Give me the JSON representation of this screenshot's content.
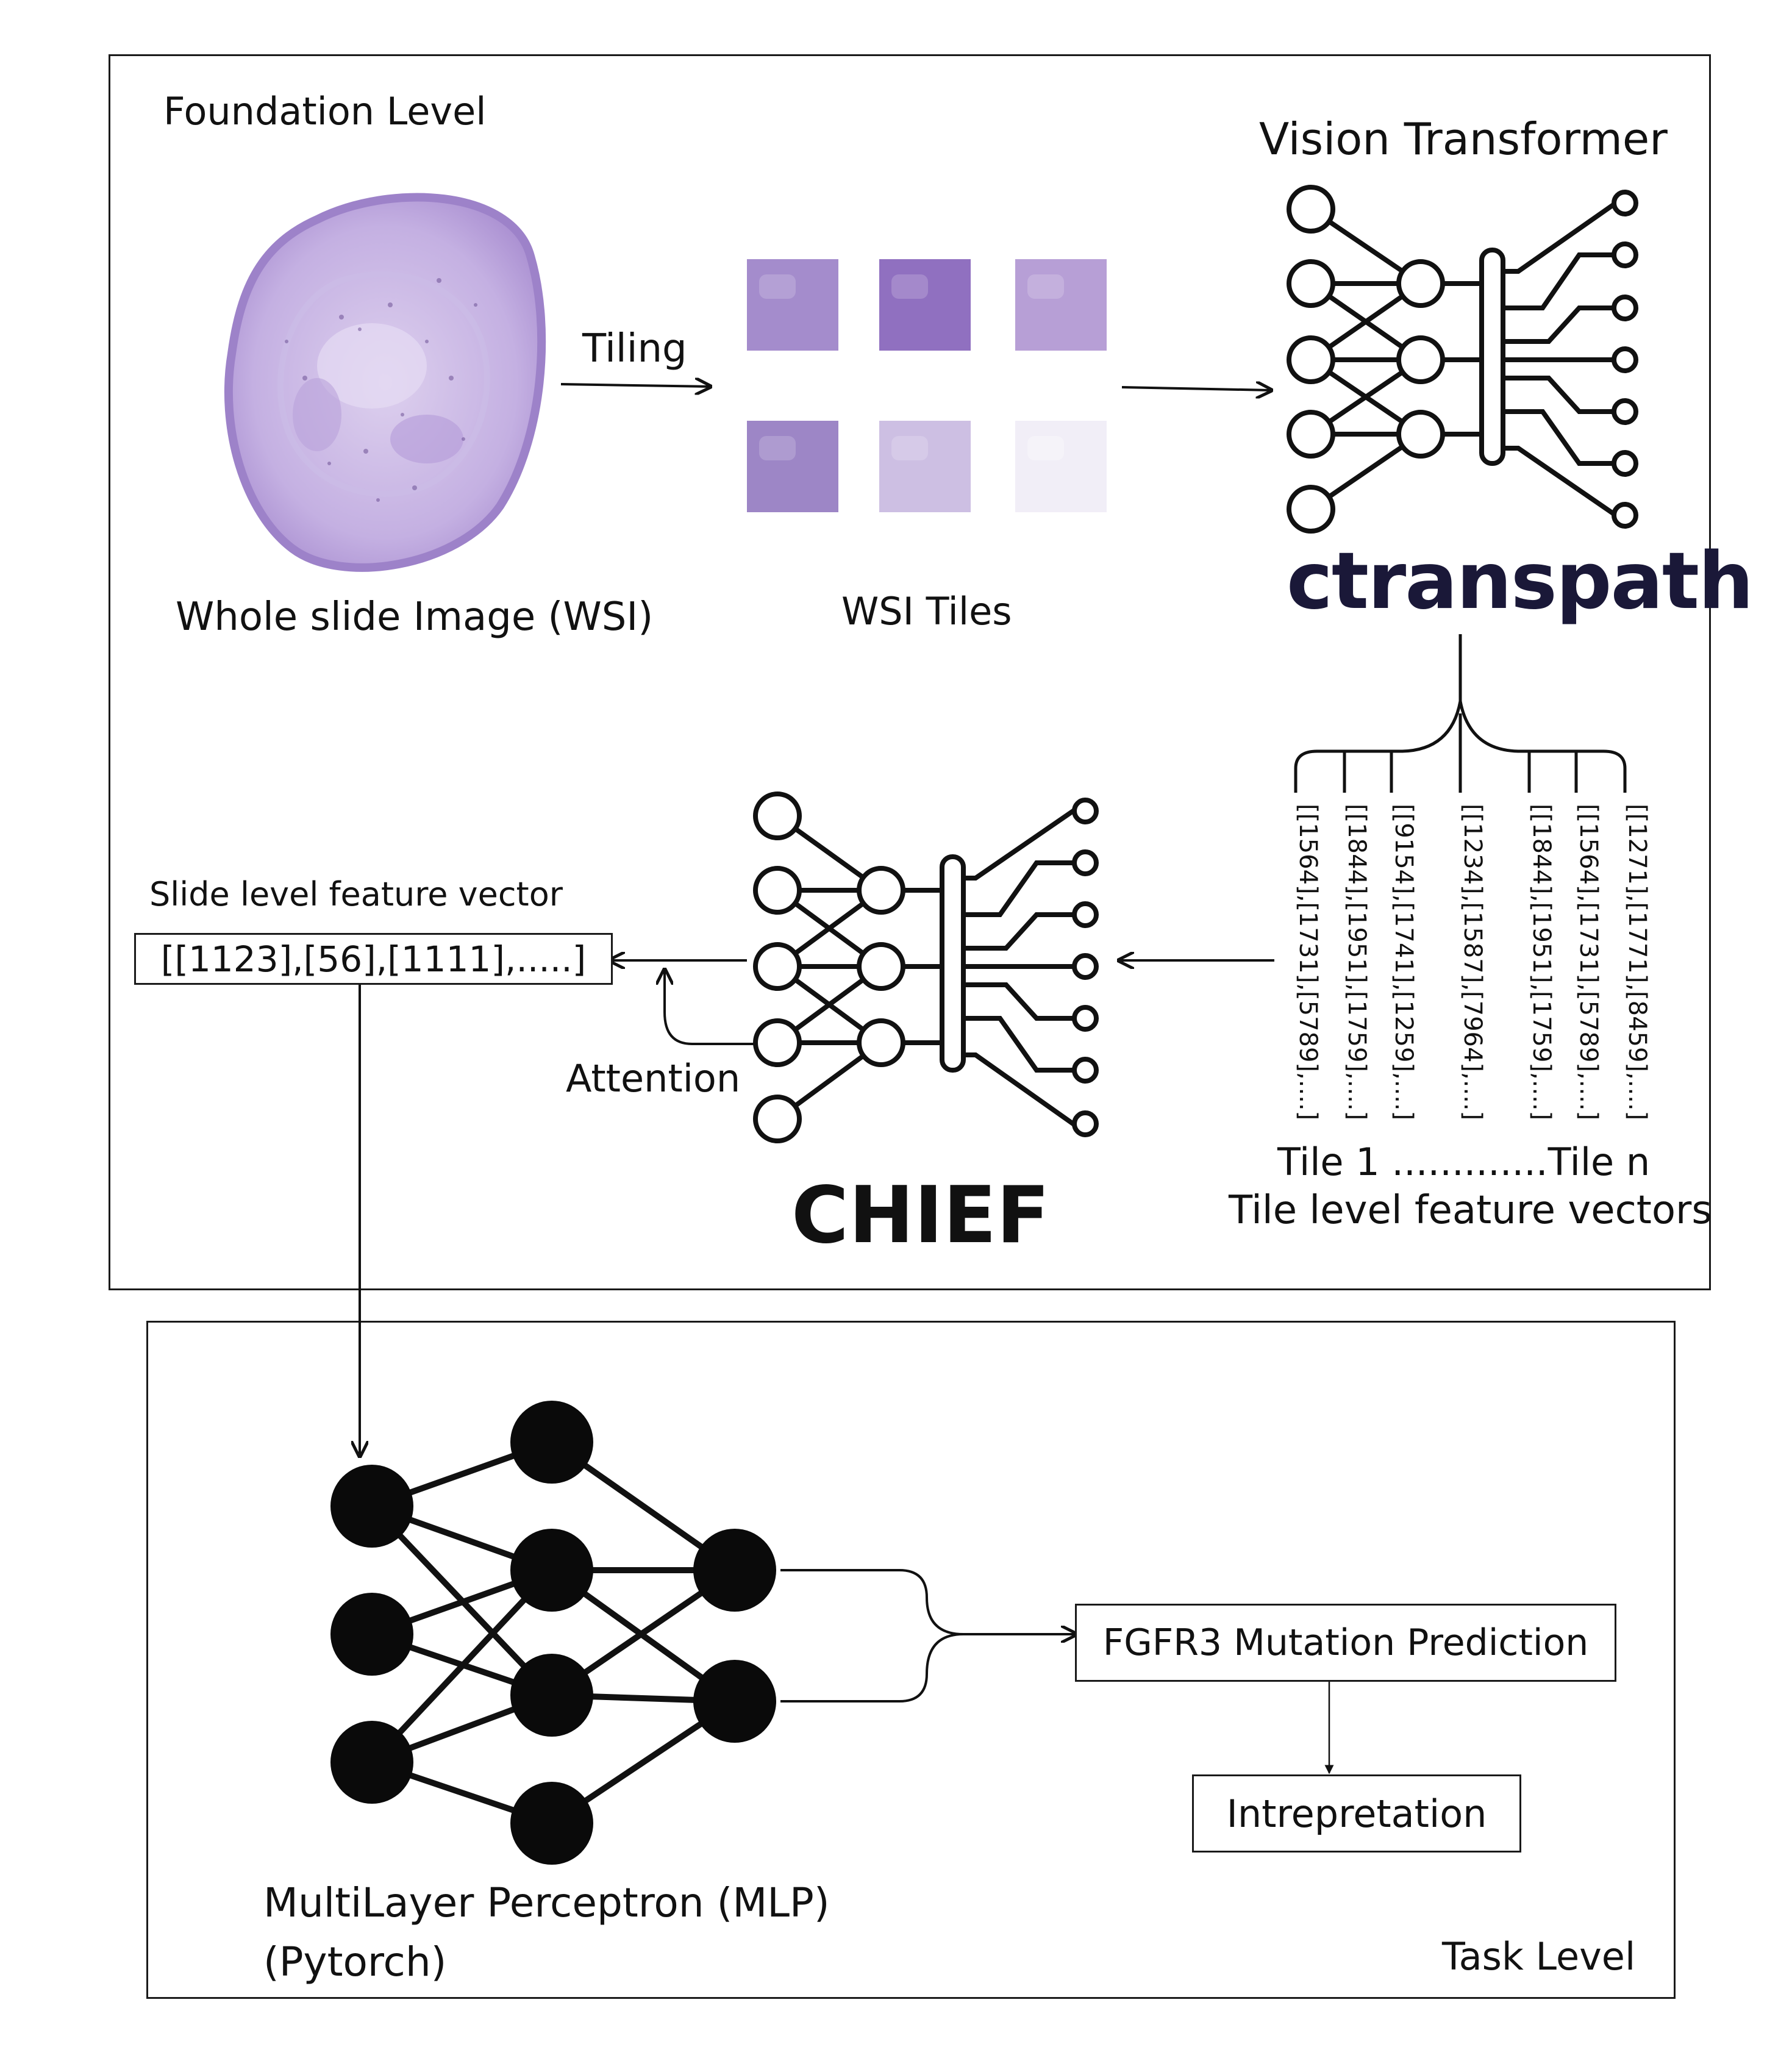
{
  "foundation": {
    "label": "Foundation Level",
    "wsi_caption": "Whole slide Image (WSI)",
    "tiling_label": "Tiling",
    "tiles_caption": "WSI Tiles",
    "tile_colors": [
      "#a48ccc",
      "#9070c0",
      "#b79fd6",
      "#9d86c6",
      "#cdbfe3",
      "#f1eef7"
    ],
    "vit_title": "Vision Transformer",
    "vit_name": "ctranspath",
    "tile_vectors": [
      "[[1564],[1731],[5789],....]",
      "[[1844],[1951],[1759],....]",
      "[[9154],[1741],[1259],....]",
      "[[1234],[1587],[7964],....]",
      "[[1844],[1951],[1759],....]",
      "[[1564],[1731],[5789],....]",
      "[[1271],[1771],[8459],....]"
    ],
    "tile_range": "Tile 1 .............Tile n",
    "tile_vectors_caption": "Tile level feature vectors",
    "chief_name": "CHIEF",
    "attention_label": "Attention",
    "slide_vector_label": "Slide level feature vector",
    "slide_vector_value": "[[1123],[56],[1111],.....]"
  },
  "task": {
    "label": "Task Level",
    "mlp_line1": "MultiLayer Perceptron (MLP)",
    "mlp_line2": "(Pytorch)",
    "prediction": "FGFR3 Mutation Prediction",
    "interpretation": "Intrepretation"
  },
  "colors": {
    "wsi_tissue": "#b9a2da",
    "wsi_edge": "#8c6fbf",
    "ctranspath_text": "#1a1838",
    "line": "#111111"
  }
}
